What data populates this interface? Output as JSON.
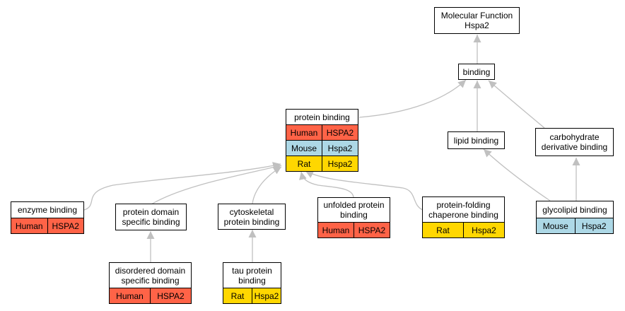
{
  "nodes": {
    "mf": {
      "lines": [
        "Molecular Function",
        "Hspa2"
      ]
    },
    "binding": {
      "lines": [
        "binding"
      ]
    },
    "protein_binding": {
      "lines": [
        "protein binding"
      ],
      "rows": [
        {
          "species": "Human",
          "gene": "HSPA2",
          "color": "#ff6347"
        },
        {
          "species": "Mouse",
          "gene": "Hspa2",
          "color": "#add8e6"
        },
        {
          "species": "Rat",
          "gene": "Hspa2",
          "color": "#ffd700"
        }
      ]
    },
    "lipid_binding": {
      "lines": [
        "lipid binding"
      ]
    },
    "carb_binding": {
      "lines": [
        "carbohydrate",
        "derivative binding"
      ]
    },
    "enzyme_binding": {
      "lines": [
        "enzyme binding"
      ],
      "rows": [
        {
          "species": "Human",
          "gene": "HSPA2",
          "color": "#ff6347"
        }
      ]
    },
    "domain_binding": {
      "lines": [
        "protein domain",
        "specific binding"
      ]
    },
    "cyto_binding": {
      "lines": [
        "cytoskeletal",
        "protein binding"
      ]
    },
    "unfolded_binding": {
      "lines": [
        "unfolded protein",
        "binding"
      ],
      "rows": [
        {
          "species": "Human",
          "gene": "HSPA2",
          "color": "#ff6347"
        }
      ]
    },
    "chaperone_binding": {
      "lines": [
        "protein-folding",
        "chaperone binding"
      ],
      "rows": [
        {
          "species": "Rat",
          "gene": "Hspa2",
          "color": "#ffd700"
        }
      ]
    },
    "glycolipid_binding": {
      "lines": [
        "glycolipid binding"
      ],
      "rows": [
        {
          "species": "Mouse",
          "gene": "Hspa2",
          "color": "#add8e6"
        }
      ]
    },
    "disordered_binding": {
      "lines": [
        "disordered domain",
        "specific binding"
      ],
      "rows": [
        {
          "species": "Human",
          "gene": "HSPA2",
          "color": "#ff6347"
        }
      ]
    },
    "tau_binding": {
      "lines": [
        "tau protein",
        "binding"
      ],
      "rows": [
        {
          "species": "Rat",
          "gene": "Hspa2",
          "color": "#ffd700"
        }
      ]
    }
  },
  "edges": [
    {
      "from": "binding",
      "to": "mf"
    },
    {
      "from": "protein_binding",
      "to": "binding"
    },
    {
      "from": "lipid_binding",
      "to": "binding"
    },
    {
      "from": "carb_binding",
      "to": "binding"
    },
    {
      "from": "glycolipid_binding",
      "to": "lipid_binding"
    },
    {
      "from": "glycolipid_binding",
      "to": "carb_binding"
    },
    {
      "from": "enzyme_binding",
      "to": "protein_binding"
    },
    {
      "from": "domain_binding",
      "to": "protein_binding"
    },
    {
      "from": "cyto_binding",
      "to": "protein_binding"
    },
    {
      "from": "unfolded_binding",
      "to": "protein_binding"
    },
    {
      "from": "chaperone_binding",
      "to": "protein_binding"
    },
    {
      "from": "disordered_binding",
      "to": "domain_binding"
    },
    {
      "from": "tau_binding",
      "to": "cyto_binding"
    }
  ],
  "colors": {
    "edge": "#c0c0c0",
    "border": "#000000"
  }
}
